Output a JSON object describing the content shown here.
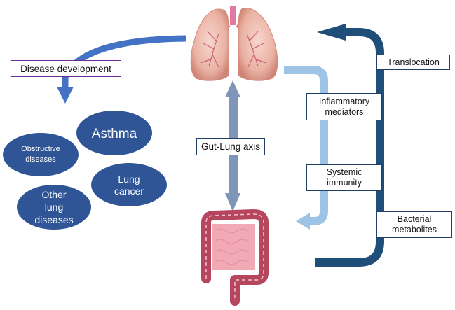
{
  "diagram": {
    "title": "Gut-Lung axis diagram",
    "organs": {
      "lungs": "lungs-illustration",
      "gut": "intestine-illustration"
    },
    "labels": {
      "disease_development": "Disease development",
      "gut_lung_axis": "Gut-Lung axis",
      "translocation": "Translocation",
      "inflammatory_mediators": "Inflammatory\nmediators",
      "systemic_immunity": "Systemic\nimmunity",
      "bacterial_metabolites": "Bacterial\nmetabolites"
    },
    "diseases": [
      {
        "lines": [
          "Asthma"
        ]
      },
      {
        "lines": [
          "Obstructive",
          "diseases"
        ]
      },
      {
        "lines": [
          "Lung",
          "cancer"
        ]
      },
      {
        "lines": [
          "Other",
          "lung",
          "diseases"
        ]
      }
    ],
    "colors": {
      "disease_arrow": "#4472c4",
      "axis_arrow": "#7f96b8",
      "light_arrow": "#9dc3e6",
      "dark_arrow": "#1f4e79",
      "ellipse_fill": "#2f5597",
      "purple_border": "#6a2c91",
      "lung_pink": "#e9a99a",
      "gut_red": "#b5465e",
      "gut_pink": "#f1a9b5"
    }
  }
}
